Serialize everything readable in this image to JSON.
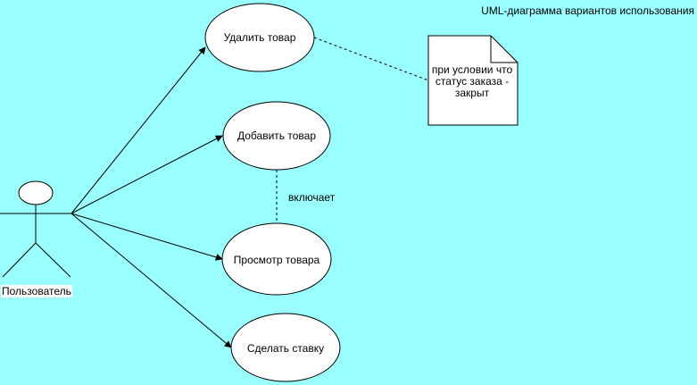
{
  "diagram": {
    "title": "UML-диаграмма вариантов использования",
    "actor": {
      "label": "Пользователь",
      "icon": "stick-figure-icon"
    },
    "use_cases": {
      "delete": "Удалить товар",
      "add": "Добавить товар",
      "view": "Просмотр товара",
      "bid": "Сделать ставку"
    },
    "include_label": "включает",
    "note": "при условии что статус заказа - закрыт",
    "colors": {
      "background": "#99ffff",
      "shape_fill": "#ffffff",
      "stroke": "#000000"
    }
  }
}
